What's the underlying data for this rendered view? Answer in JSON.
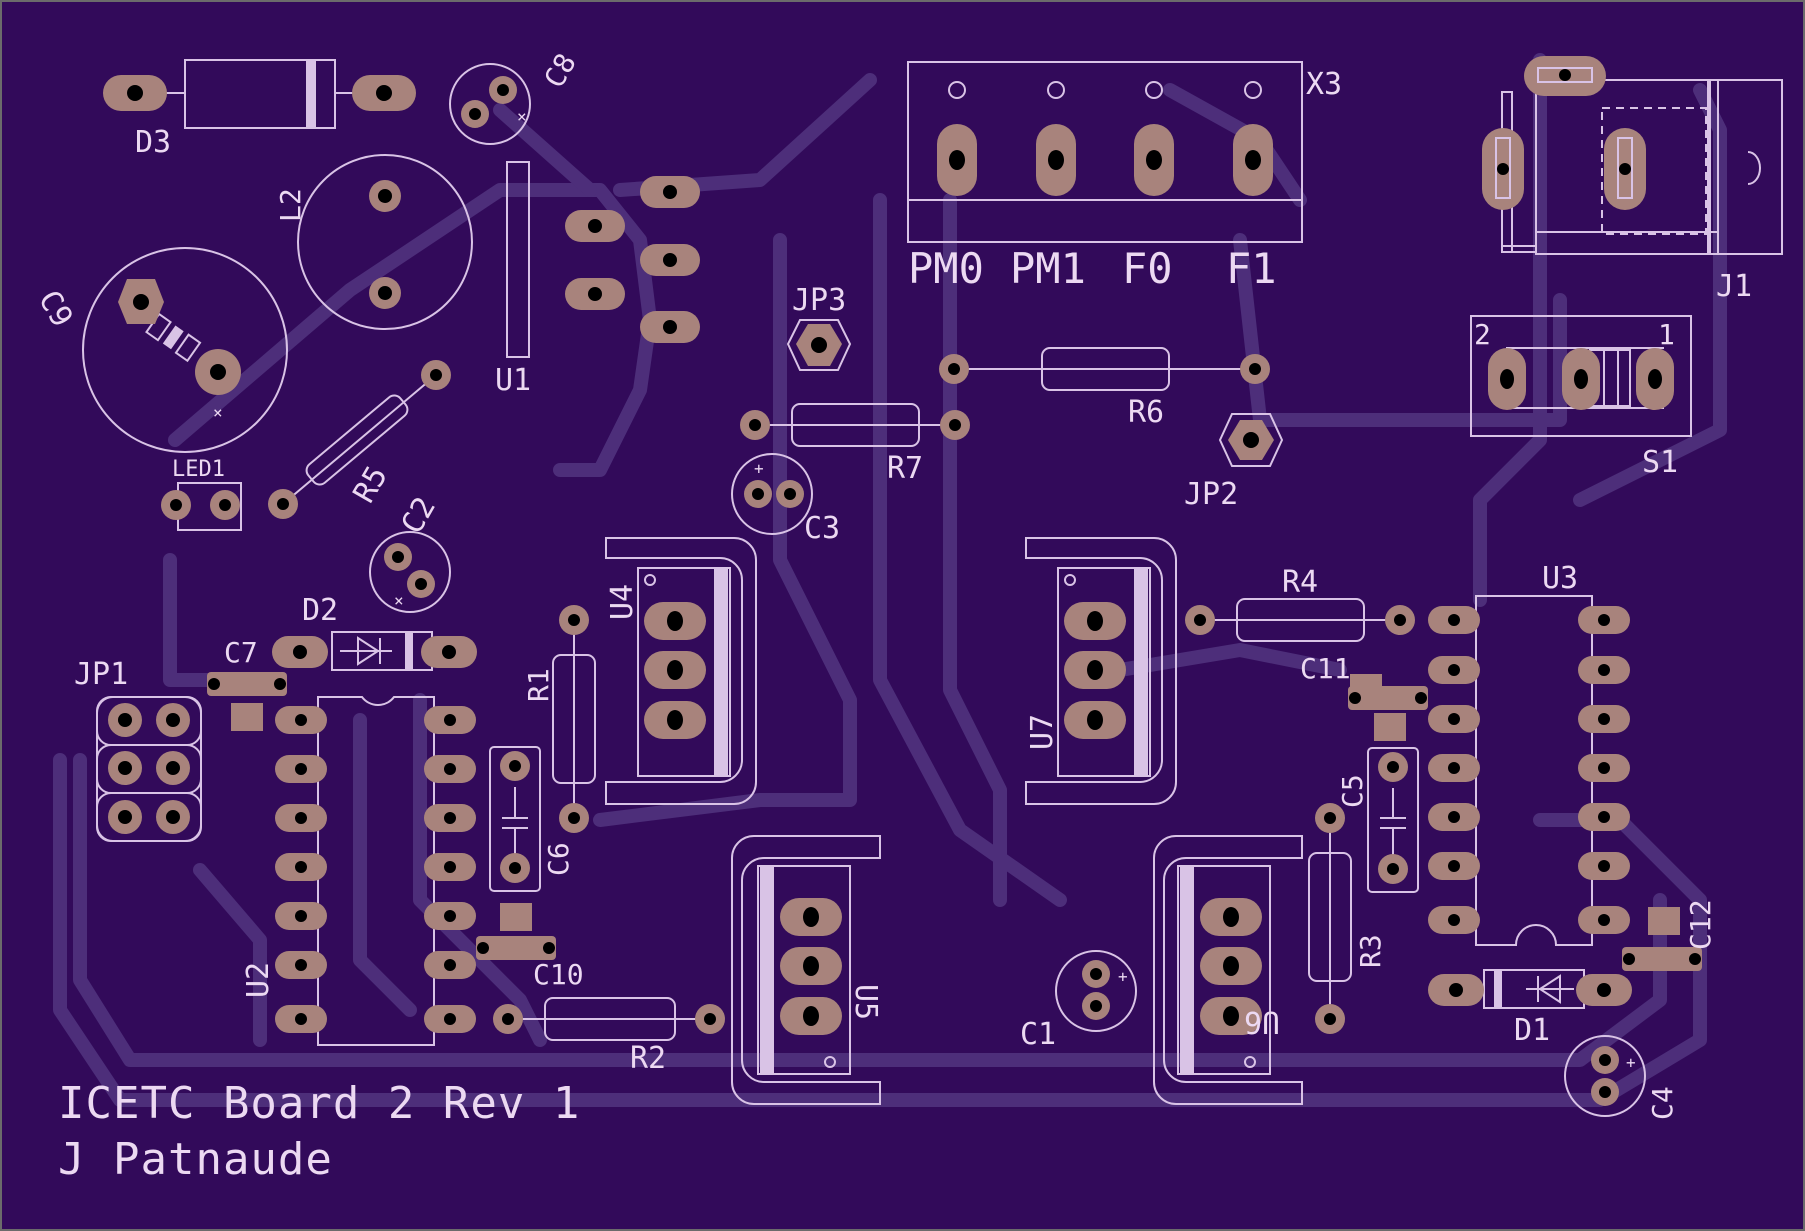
{
  "board": {
    "title_line1": "ICETC Board 2 Rev 1",
    "title_line2": "J Patnaude",
    "colors": {
      "substrate": "#320a5a",
      "trace": "#4d2e7a",
      "silkscreen": "#d9c3e6",
      "pad": "#a8837c",
      "frame": "#6b6b6b"
    }
  },
  "labels": {
    "D3": "D3",
    "C8": "C8",
    "L2": "L2",
    "C9": "C9",
    "U1": "U1",
    "X3": "X3",
    "J1": "J1",
    "S1": "S1",
    "s1_pin1": "1",
    "s1_pin2": "2",
    "pm0": "PM0",
    "pm1": "PM1",
    "f0": "F0",
    "f1": "F1",
    "JP3": "JP3",
    "JP2": "JP2",
    "JP1": "JP1",
    "R1": "R1",
    "R2": "R2",
    "R3": "R3",
    "R4": "R4",
    "R5": "R5",
    "R6": "R6",
    "R7": "R7",
    "LED1": "LED1",
    "C1": "C1",
    "C2": "C2",
    "C3": "C3",
    "C4": "C4",
    "C5": "C5",
    "C6": "C6",
    "C7": "C7",
    "C10": "C10",
    "C11": "C11",
    "C12": "C12",
    "D1": "D1",
    "D2": "D2",
    "U2": "U2",
    "U3": "U3",
    "U4": "U4",
    "U5": "U5",
    "U6": "U6",
    "U7": "U7"
  }
}
